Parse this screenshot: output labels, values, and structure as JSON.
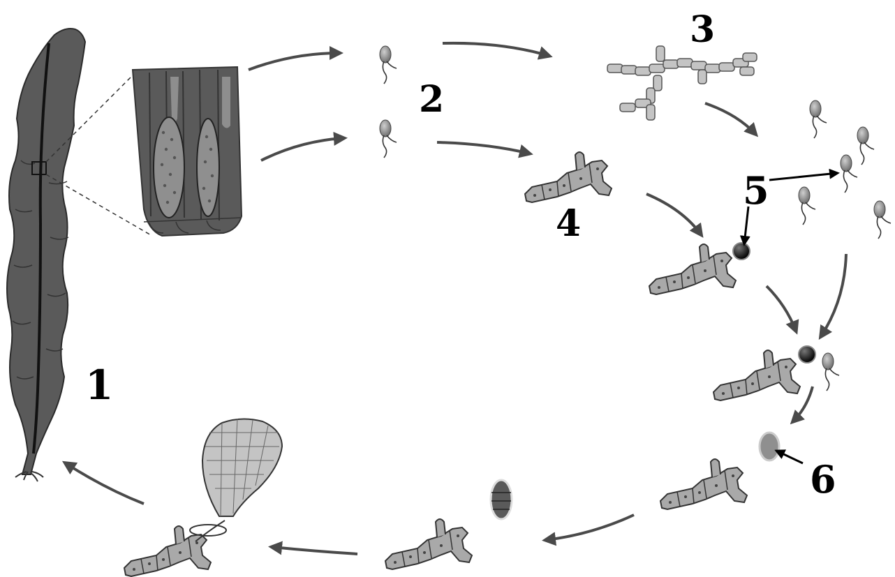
{
  "diagram": {
    "labels": {
      "sporophyte": "1",
      "zoospores": "2",
      "male_gametophyte": "3",
      "female_gametophyte": "4",
      "sperm": "5",
      "zygote": "6"
    }
  },
  "colors": {
    "thallus": "#5a5a5a",
    "cell_fill": "#a9a9a9",
    "spore": "#8a8a8a",
    "egg": "#111111",
    "arrow": "#4a4a4a",
    "young_blade": "#c4c4c4"
  }
}
